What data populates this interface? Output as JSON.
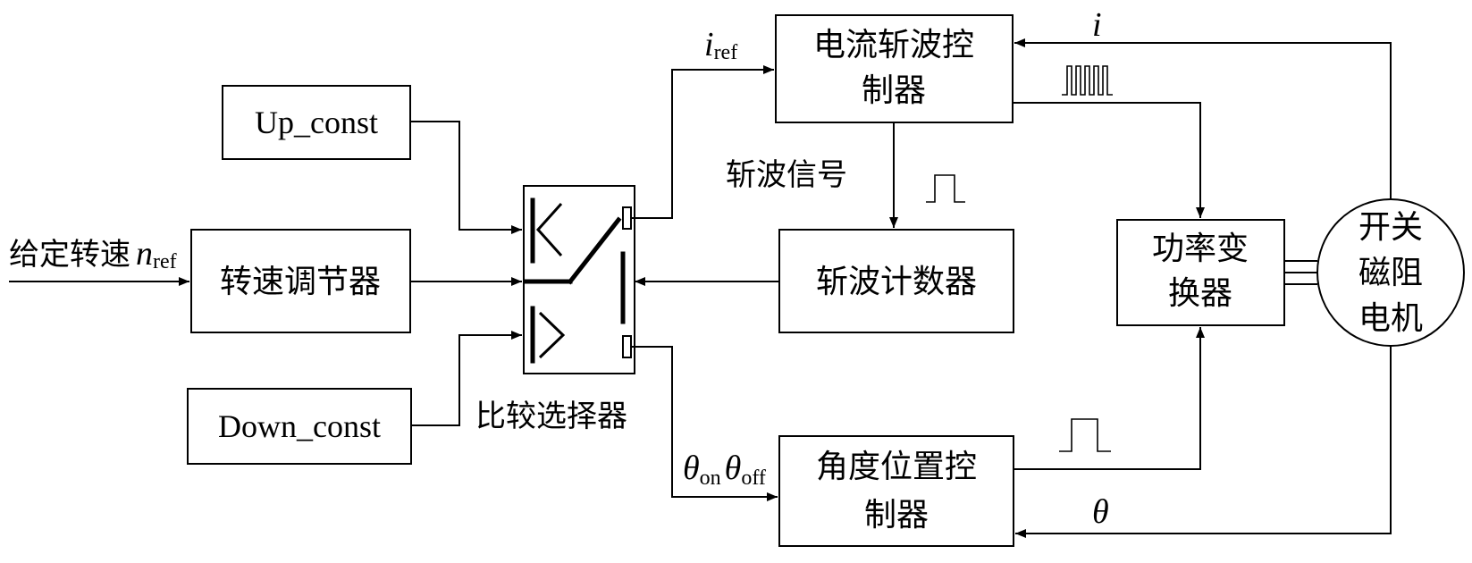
{
  "blocks": {
    "chopper_controller": [
      "电流斩波控",
      "制器"
    ],
    "up_const": "Up_const",
    "speed_regulator": "转速调节器",
    "down_const": "Down_const",
    "chopper_counter": "斩波计数器",
    "power_converter": [
      "功率变",
      "换器"
    ],
    "angle_controller": [
      "角度位置控",
      "制器"
    ],
    "motor": [
      "开关",
      "磁阻",
      "电机"
    ]
  },
  "labels": {
    "comparator_selector": "比较选择器",
    "chopper_signal": "斩波信号",
    "speed_ref_text": "给定转速",
    "speed_ref_symbol": "n",
    "speed_ref_sub": "ref",
    "i_ref_symbol": "i",
    "i_ref_sub": "ref",
    "current_feedback": "i",
    "theta_feedback": "θ",
    "theta_on_symbol": "θ",
    "theta_on_sub": "on",
    "theta_off_symbol": "θ",
    "theta_off_sub": "off"
  },
  "colors": {
    "stroke": "#000000",
    "background": "#ffffff"
  }
}
